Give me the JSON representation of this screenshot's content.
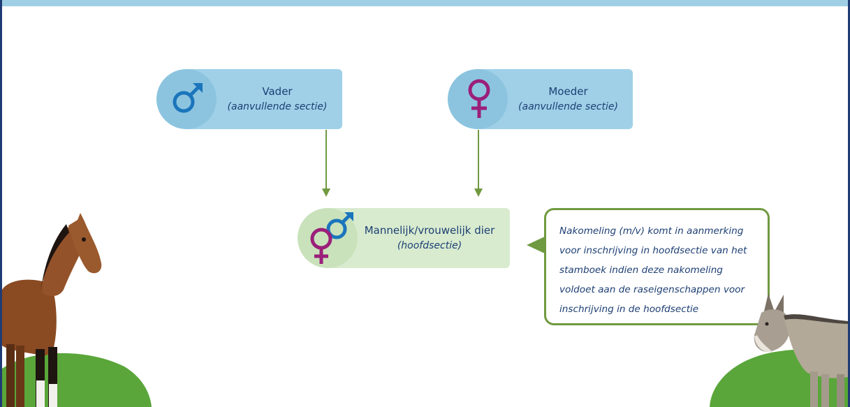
{
  "nodes": {
    "father": {
      "title": "Vader",
      "subtitle": "(aanvullende sectie)",
      "icon": "male-symbol-icon",
      "color": "#1b75bc"
    },
    "mother": {
      "title": "Moeder",
      "subtitle": "(aanvullende sectie)",
      "icon": "female-symbol-icon",
      "color": "#9b1f7a"
    },
    "child": {
      "title": "Mannelijk/vrouwelijk dier",
      "subtitle": "(hoofdsectie)",
      "icon": "male-female-symbol-icon"
    }
  },
  "note": {
    "text": "Nakomeling (m/v) komt in aanmerking voor inschrijving in hoofdsectie van het stamboek indien deze nakomeling voldoet aan de raseigenschappen voor inschrijving in de hoofdsectie"
  },
  "decorations": {
    "left_animal": "horse",
    "right_animal": "donkey",
    "hill_color": "#5aa63a",
    "arrow_color": "#6f9a3f"
  }
}
